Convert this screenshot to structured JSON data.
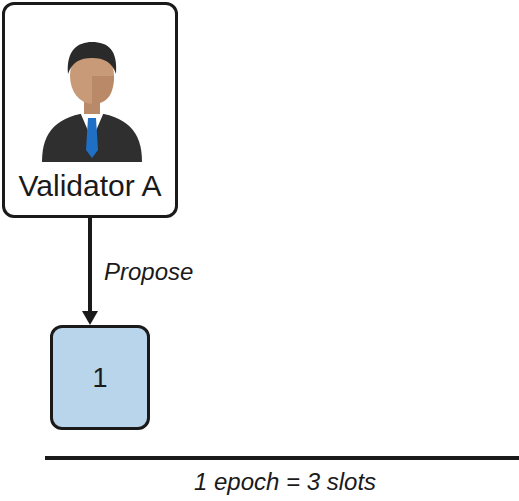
{
  "diagram": {
    "nodes": [
      {
        "text": [
          "Validator A"
        ]
      },
      {
        "text": [
          "1"
        ]
      }
    ],
    "edges": [
      {
        "from": 0,
        "to": 1,
        "arrow": "to",
        "label": "Propose"
      }
    ],
    "labels": [
      "1 epoch = 3 slots"
    ]
  }
}
